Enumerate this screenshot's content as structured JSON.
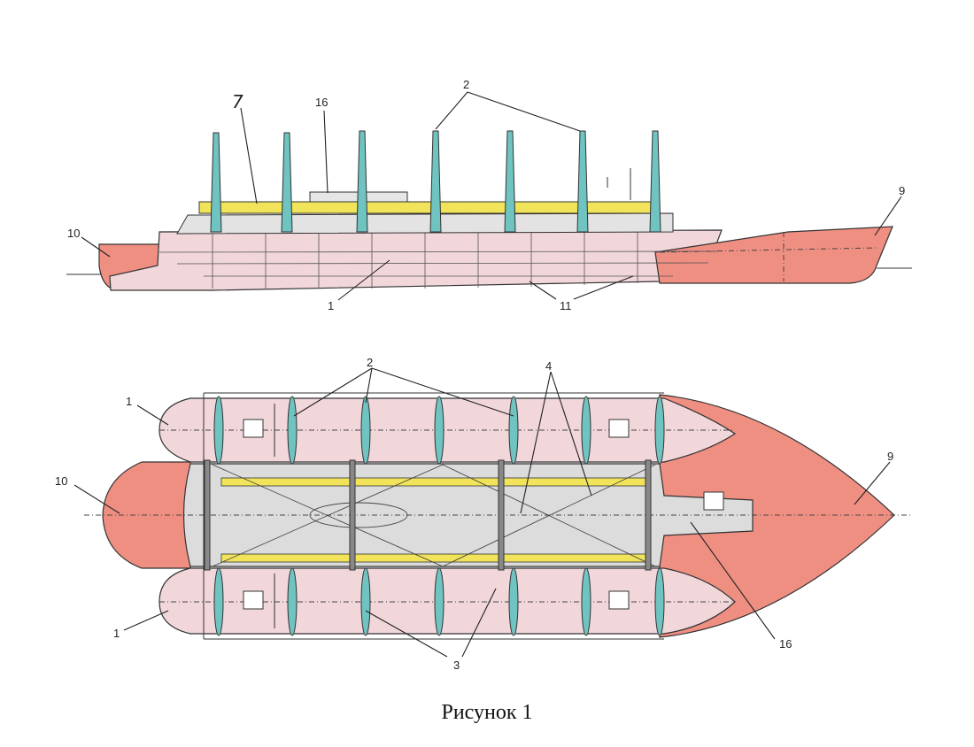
{
  "caption": "Рисунок 1",
  "colors": {
    "hull_pink": "#f1d6da",
    "bow_red": "#ef8f82",
    "deck_grey": "#dcdcdc",
    "mast_teal": "#6fc3c0",
    "beam_yellow": "#f2e45a",
    "line": "#333333"
  },
  "side_view": {
    "label_7": "7",
    "label_16": "16",
    "label_2": "2",
    "label_9": "9",
    "label_10": "10",
    "label_1": "1",
    "label_11": "11"
  },
  "top_view": {
    "label_2": "2",
    "label_4": "4",
    "label_1_upper": "1",
    "label_1_lower": "1",
    "label_10": "10",
    "label_9": "9",
    "label_3": "3",
    "label_16": "16"
  }
}
